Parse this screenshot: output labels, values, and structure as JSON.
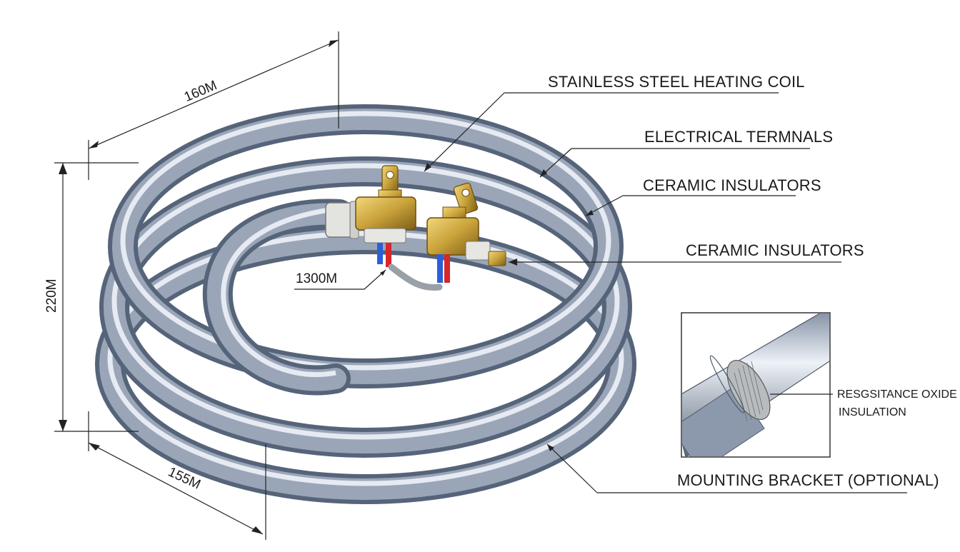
{
  "diagram": {
    "callouts": {
      "heating_coil": "STAINLESS STEEL HEATING COIL",
      "terminals": "ELECTRICAL TERMNALS",
      "insulators_1": "CERAMIC INSULATORS",
      "insulators_2": "CERAMIC INSULATORS",
      "mounting_bracket": "MOUNTING BRACKET (OPTIONAL)"
    },
    "dimensions": {
      "top": "160M",
      "height": "220M",
      "bottom": "155M",
      "inner": "1300M"
    },
    "inset": {
      "label_line1": "RESGSITANCE OXIDE",
      "label_line2": "INSULATION"
    },
    "colors": {
      "tube_dark": "#6b7a90",
      "tube_mid": "#9aa6b8",
      "tube_light": "#e9eef5",
      "brass": "#c9a23a",
      "ceramic": "#e8e8e4",
      "wire_red": "#d8262a",
      "wire_blue": "#2a5fd8"
    }
  }
}
